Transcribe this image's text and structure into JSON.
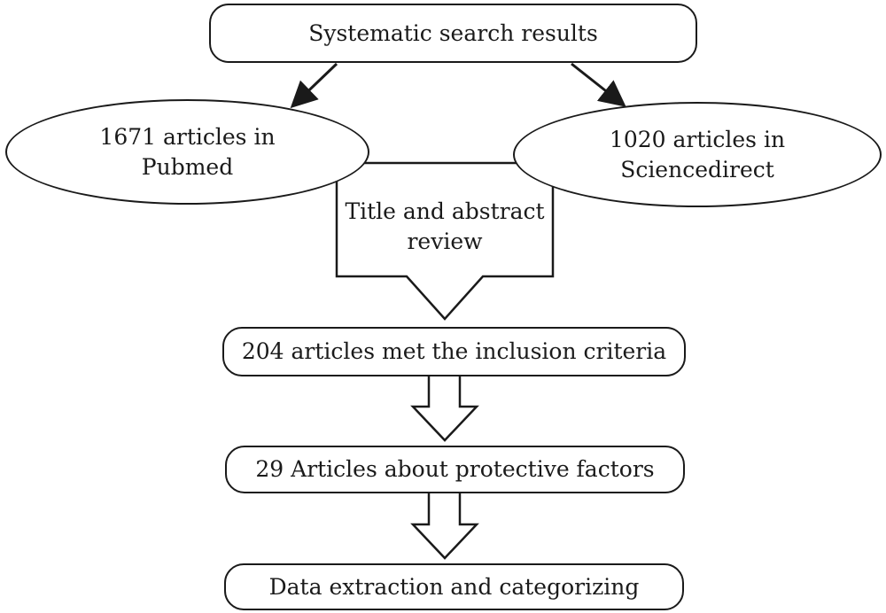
{
  "diagram": {
    "title_node": "Systematic search results",
    "pubmed": {
      "line1": "1671 articles in",
      "line2": "Pubmed"
    },
    "sciencedirect": {
      "line1": "1020 articles in",
      "line2": "Sciencedirect"
    },
    "review": {
      "line1": "Title and abstract",
      "line2": "review"
    },
    "inclusion": "204 articles met the inclusion criteria",
    "protective": "29 Articles about protective factors",
    "extraction": "Data extraction and categorizing"
  }
}
